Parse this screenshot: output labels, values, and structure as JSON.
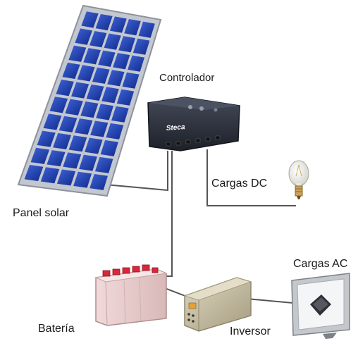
{
  "labels": {
    "controller": "Controlador",
    "solar_panel": "Panel solar",
    "dc_loads": "Cargas DC",
    "ac_loads": "Cargas AC",
    "battery": "Batería",
    "inverter": "Inversor"
  },
  "controller_brand": "Steca",
  "colors": {
    "panel_cell": "#1a3fb0",
    "panel_frame": "#b8bcc4",
    "controller_body": "#2a2f3a",
    "battery_body": "#e9c9c9",
    "battery_terminal": "#d8283a",
    "inverter_body": "#cfc7ae",
    "wire": "#555555"
  }
}
